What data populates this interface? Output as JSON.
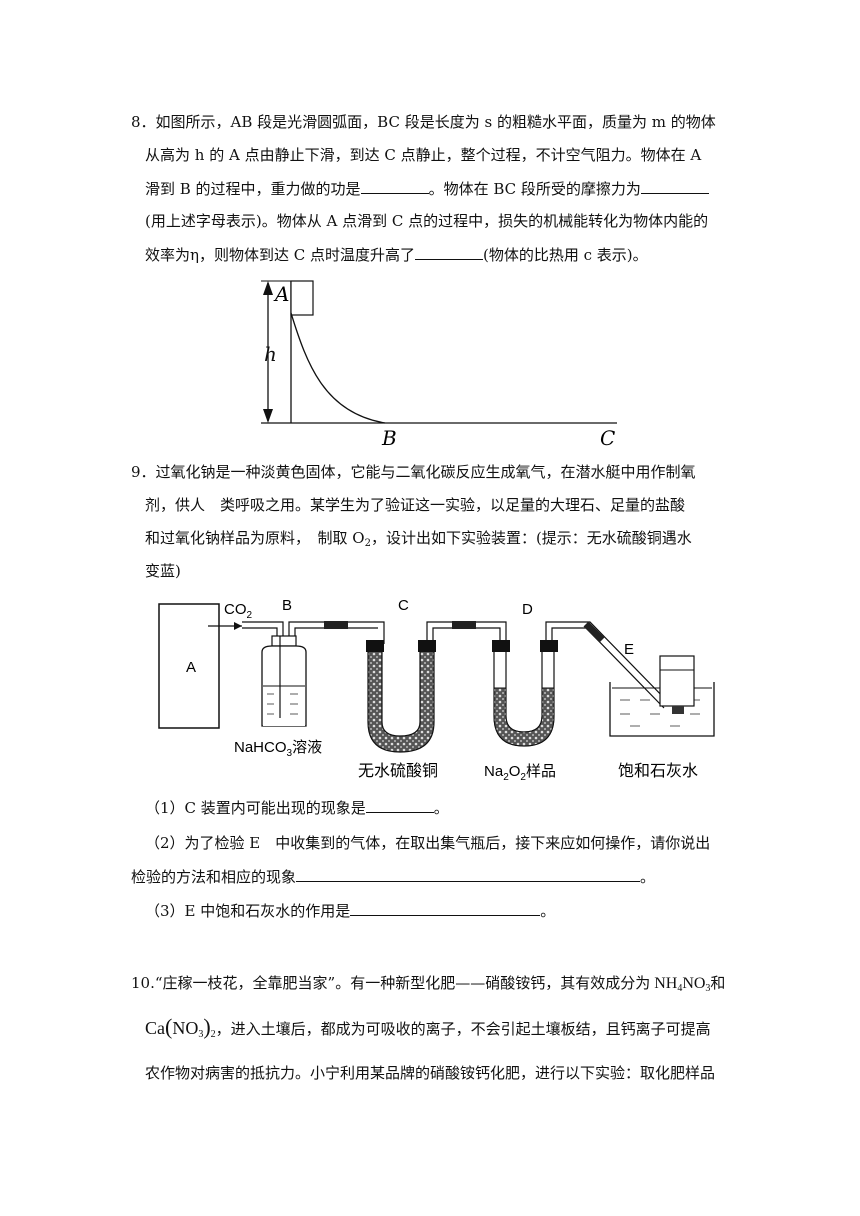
{
  "q8": {
    "l1": "8．如图所示，AB 段是光滑圆弧面，BC 段是长度为 s 的粗糙水平面，质量为 m 的物体",
    "l2": "从高为 h 的 A 点由静止下滑，到达 C 点静止，整个过程，不计空气阻力。物体在 A",
    "l3a": "滑到 B 的过程中，重力做的功是",
    "l3b": "。物体在 BC 段所受的摩擦力为",
    "l4": "(用上述字母表示)。物体从 A 点滑到 C 点的过程中，损失的机械能转化为物体内能的",
    "l5a": "效率为η，则物体到达 C 点时温度升高了",
    "l5b": "(物体的比热用 c 表示)。",
    "fig": {
      "A": "A",
      "h": "h",
      "B": "B",
      "C": "C"
    }
  },
  "q9": {
    "l1": "9．过氧化钠是一种淡黄色固体，它能与二氧化碳反应生成氧气，在潜水艇中用作制氧",
    "l2": "剂，供人　类呼吸之用。某学生为了验证这一实验，以足量的大理石、足量的盐酸",
    "l3a": "和过氧化钠样品为原料，　制取 O",
    "l3sub": "2",
    "l3b": "，设计出如下实验装置：(提示：无水硫酸铜遇水",
    "l4": "变蓝)",
    "fig": {
      "A": "A",
      "co2": "CO",
      "co2sub": "2",
      "B": "B",
      "C": "C",
      "D": "D",
      "E": "E",
      "nahco3a": "NaHCO",
      "nahco3sub": "3",
      "nahco3b": "溶液",
      "cuso4": "无水硫酸铜",
      "na2o2a": "Na",
      "na2o2sub1": "2",
      "na2o2b": "O",
      "na2o2sub2": "2",
      "na2o2c": "样品",
      "limewater": "饱和石灰水"
    },
    "p1a": "（1）C 装置内可能出现的现象是",
    "p1b": "。",
    "p2a": "（2）为了检验 E　中收集到的气体，在取出集气瓶后，接下来应如何操作，请你说出",
    "p2b": "检验的方法和相应的现象",
    "p2c": "。",
    "p3a": "（3）E 中饱和石灰水的作用是",
    "p3b": "。"
  },
  "q10": {
    "l1a": "10.“庄稼一枝花，全靠肥当家”。有一种新型化肥——硝酸铵钙，其有效成分为",
    "l1f1": "NH",
    "l1f2": "4",
    "l1f3": "NO",
    "l1f4": "3",
    "l1b": "和",
    "l2f1": "Ca",
    "l2f2": "NO",
    "l2f3": "3",
    "l2f4": "2",
    "l2b": "，进入土壤后，都成为可吸收的离子，不会引起土壤板结，且钙离子可提高",
    "l3": "农作物对病害的抵抗力。小宁利用某品牌的硝酸铵钙化肥，进行以下实验：取化肥样品"
  }
}
